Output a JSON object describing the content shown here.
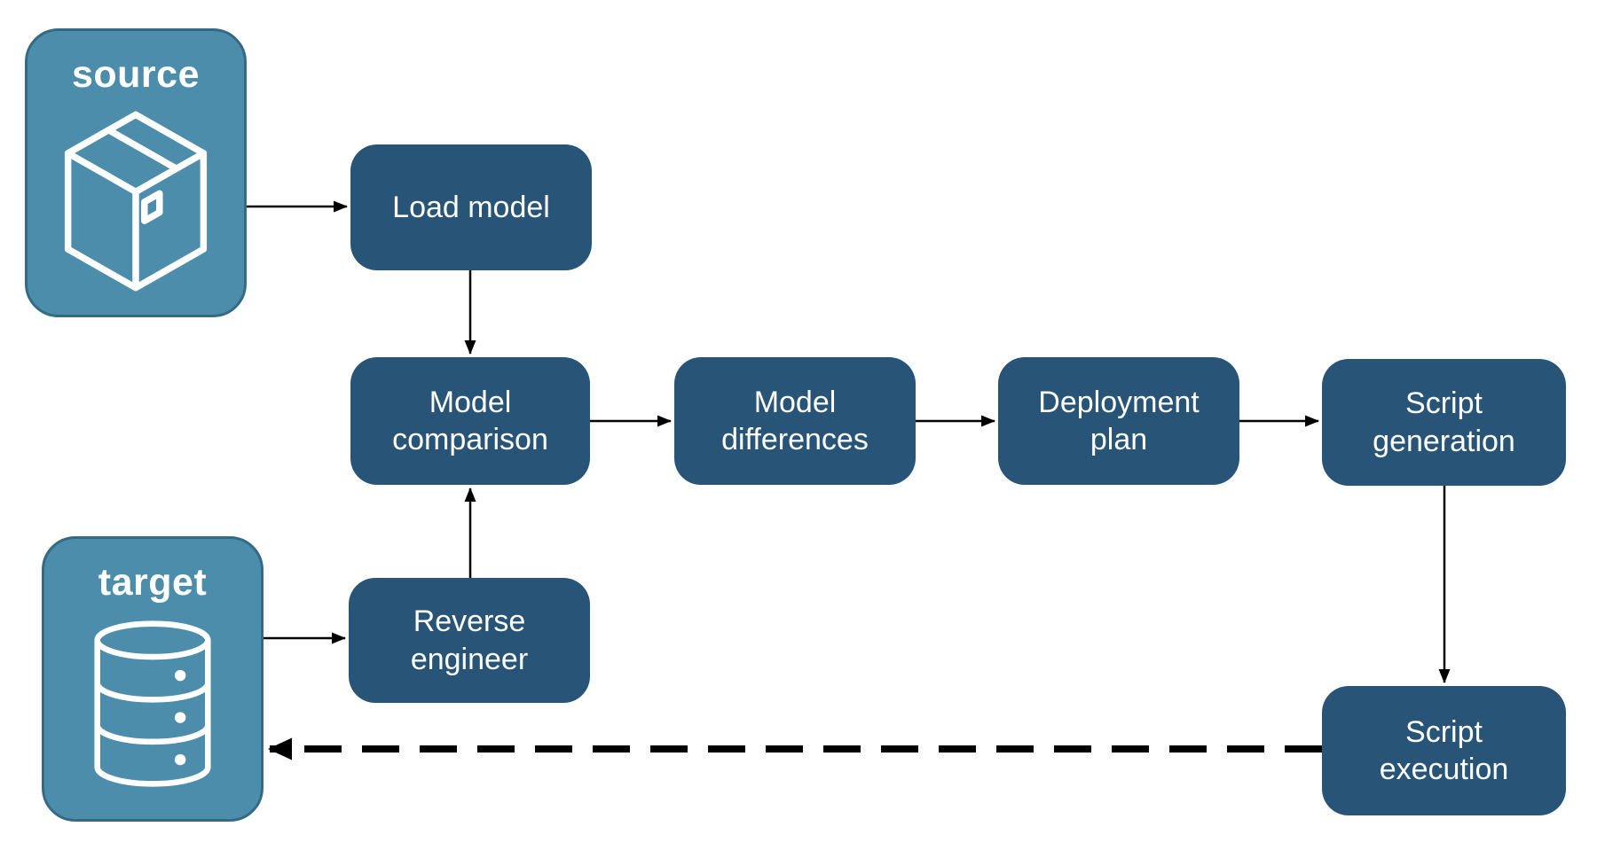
{
  "diagram": {
    "entities": [
      {
        "id": "source",
        "label": "source",
        "icon": "package-icon"
      },
      {
        "id": "target",
        "label": "target",
        "icon": "database-icon"
      }
    ],
    "steps": [
      {
        "id": "load-model",
        "label": "Load model"
      },
      {
        "id": "model-comparison",
        "label": "Model comparison"
      },
      {
        "id": "reverse-engineer",
        "label": "Reverse engineer"
      },
      {
        "id": "model-differences",
        "label": "Model differences"
      },
      {
        "id": "deployment-plan",
        "label": "Deployment plan"
      },
      {
        "id": "script-generation",
        "label": "Script generation"
      },
      {
        "id": "script-execution",
        "label": "Script execution"
      }
    ],
    "edges": [
      {
        "from": "source",
        "to": "load-model",
        "style": "solid"
      },
      {
        "from": "load-model",
        "to": "model-comparison",
        "style": "solid"
      },
      {
        "from": "target",
        "to": "reverse-engineer",
        "style": "solid"
      },
      {
        "from": "reverse-engineer",
        "to": "model-comparison",
        "style": "solid"
      },
      {
        "from": "model-comparison",
        "to": "model-differences",
        "style": "solid"
      },
      {
        "from": "model-differences",
        "to": "deployment-plan",
        "style": "solid"
      },
      {
        "from": "deployment-plan",
        "to": "script-generation",
        "style": "solid"
      },
      {
        "from": "script-generation",
        "to": "script-execution",
        "style": "solid"
      },
      {
        "from": "script-execution",
        "to": "target",
        "style": "dashed"
      }
    ],
    "colors": {
      "step_fill": "#275477",
      "step_text": "#ffffff",
      "entity_fill": "#4B8DAB",
      "entity_border": "#356A84",
      "entity_text": "#ffffff",
      "edge": "#000000"
    }
  }
}
